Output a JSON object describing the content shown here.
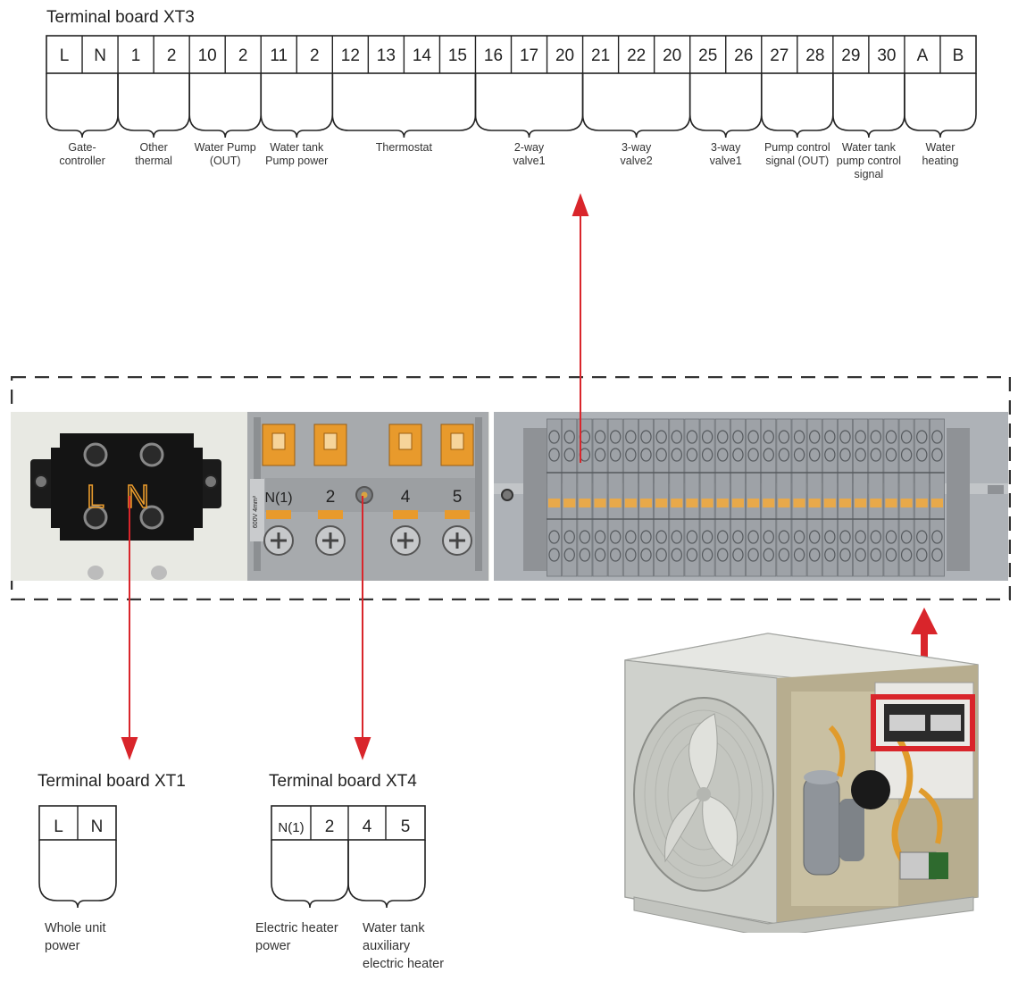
{
  "xt3": {
    "title": "Terminal board XT3",
    "terminals": [
      "L",
      "N",
      "1",
      "2",
      "10",
      "2",
      "11",
      "2",
      "12",
      "13",
      "14",
      "15",
      "16",
      "17",
      "20",
      "21",
      "22",
      "20",
      "25",
      "26",
      "27",
      "28",
      "29",
      "30",
      "A",
      "B"
    ],
    "groups": [
      {
        "label": "Gate-\ncontroller"
      },
      {
        "label": "Other\nthermal"
      },
      {
        "label": "Water Pump\n(OUT)"
      },
      {
        "label": "Water tank\nPump power"
      },
      {
        "label": "Thermostat"
      },
      {
        "label": "2-way\nvalve1"
      },
      {
        "label": "3-way\nvalve2"
      },
      {
        "label": "3-way\nvalve1"
      },
      {
        "label": "Pump control\nsignal (OUT)"
      },
      {
        "label": "Water tank\npump control\nsignal"
      },
      {
        "label": "Water\nheating"
      }
    ]
  },
  "xt1": {
    "title": "Terminal board XT1",
    "terminals": [
      "L",
      "N"
    ],
    "label": "Whole unit\npower",
    "block_letters": [
      "L",
      "N"
    ]
  },
  "xt4": {
    "title": "Terminal board XT4",
    "terminals": [
      "N(1)",
      "2",
      "4",
      "5"
    ],
    "groups": [
      {
        "label": "Electric heater\npower"
      },
      {
        "label": "Water tank\nauxiliary\nelectric heater"
      }
    ],
    "block_labels": [
      "N(1)",
      "2",
      "4",
      "5"
    ],
    "rating_text": "600V 4mm²"
  },
  "colors": {
    "arrow": "#d9252b",
    "line": "#222222",
    "dash": "#333333",
    "orange": "#e89a2c"
  },
  "icons": {
    "unit": "heat-pump-outdoor-unit-icon"
  }
}
